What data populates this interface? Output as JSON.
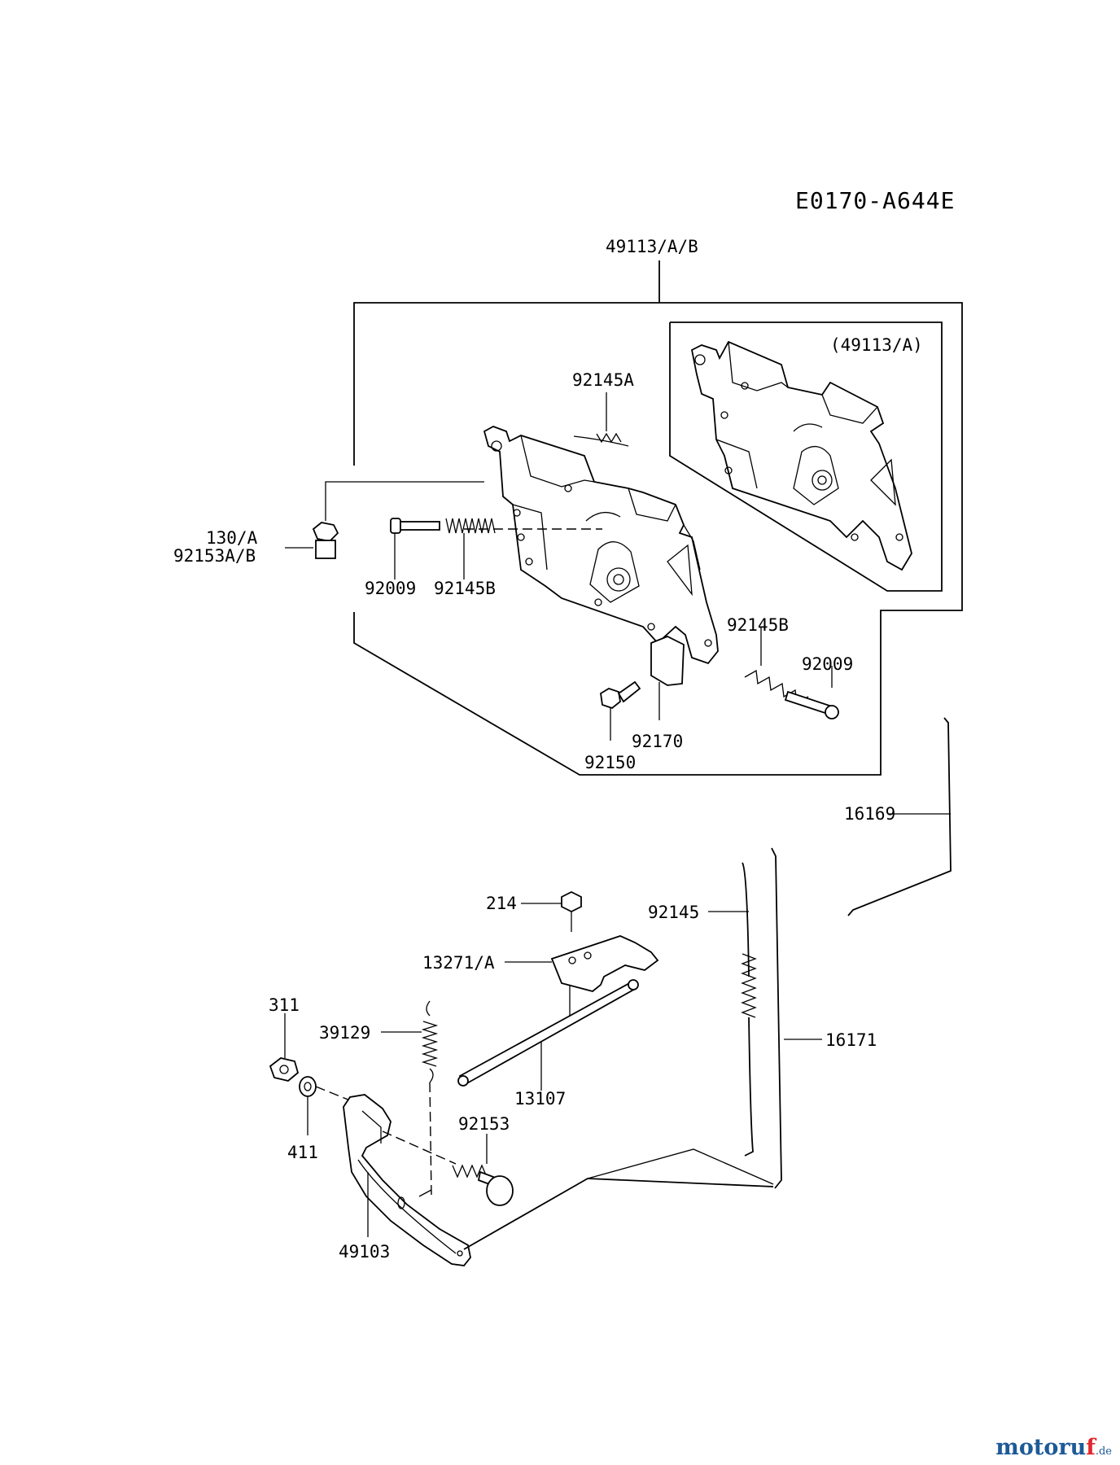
{
  "diagram_code": "E0170-A644E",
  "labels": {
    "p49113_ab": "49113/A/B",
    "p49113_a": "(49113/A)",
    "p92145a": "92145A",
    "p130a": "130/A",
    "p92153ab": "92153A/B",
    "p92009_left": "92009",
    "p92145b_left": "92145B",
    "p92145b_right": "92145B",
    "p92009_right": "92009",
    "p92170": "92170",
    "p92150": "92150",
    "p16169": "16169",
    "p214": "214",
    "p92145": "92145",
    "p13271a": "13271/A",
    "p311": "311",
    "p39129": "39129",
    "p16171": "16171",
    "p13107": "13107",
    "p92153": "92153",
    "p411": "411",
    "p49103": "49103"
  },
  "watermark": {
    "part1": "motoru",
    "part2": "f",
    "part3": ".de"
  }
}
